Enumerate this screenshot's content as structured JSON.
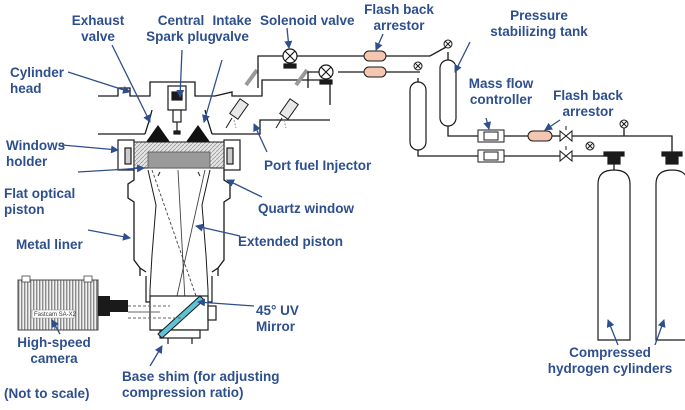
{
  "labels": {
    "exhaust_valve": [
      "Exhaust",
      "valve"
    ],
    "central_spark_plug": [
      "Central",
      "Spark plug"
    ],
    "intake_valve": [
      "Intake",
      "valve"
    ],
    "solenoid_valve": "Solenoid valve",
    "flash_back_arrestor_top": [
      "Flash back",
      "arrestor"
    ],
    "pressure_stabilizing_tank": [
      "Pressure",
      "stabilizing tank"
    ],
    "cylinder_head": [
      "Cylinder",
      "head"
    ],
    "mass_flow_controller": [
      "Mass flow",
      "controller"
    ],
    "flash_back_arrestor_right": [
      "Flash back",
      "arrestor"
    ],
    "windows_holder": [
      "Windows",
      "holder"
    ],
    "port_fuel_injector": "Port fuel Injector",
    "flat_optical_piston": [
      "Flat optical",
      "piston"
    ],
    "quartz_window": "Quartz window",
    "metal_liner": "Metal liner",
    "extended_piston": "Extended piston",
    "uv_mirror": [
      "45° UV",
      "Mirror"
    ],
    "high_speed_camera": [
      "High-speed",
      "camera"
    ],
    "not_to_scale": "(Not to scale)",
    "base_shim": [
      "Base shim (for adjusting",
      "compression ratio)"
    ],
    "compressed_hydrogen_cylinders": [
      "Compressed",
      "hydrogen cylinders"
    ],
    "camera_model": "Fastcam SA-X2"
  },
  "colors": {
    "label": "#2e4f8e",
    "arrow": "#2e4f8e",
    "arrestor_fill": "#f4c7b0",
    "outline": "#1a1a1a",
    "mirror_fill": "#5fc3d8"
  },
  "icons": {
    "valve": "crossed-circle-valve",
    "solenoid": "solenoid-valve",
    "needle_valve": "bowtie-valve",
    "injector": "fuel-injector"
  }
}
